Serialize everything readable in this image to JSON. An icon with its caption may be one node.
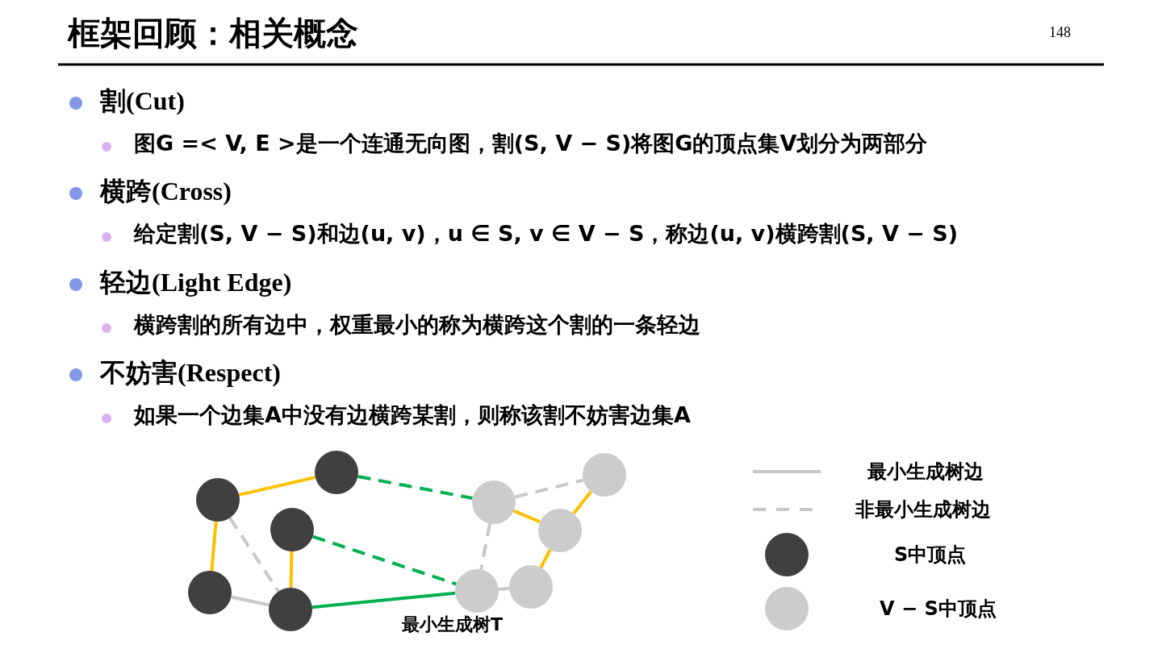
{
  "diagram": {
    "title": "框架回顾：相关概念",
    "nodes": [
      {
        "text": [],
        "shape": "circle"
      },
      {
        "text": [],
        "shape": "circle"
      },
      {
        "text": [],
        "shape": "circle"
      },
      {
        "text": [],
        "shape": "circle"
      },
      {
        "text": [],
        "shape": "circle"
      },
      {
        "text": [],
        "shape": "circle"
      },
      {
        "text": [],
        "shape": "circle"
      },
      {
        "text": [],
        "shape": "circle"
      },
      {
        "text": [],
        "shape": "circle"
      },
      {
        "text": [],
        "shape": "circle"
      }
    ],
    "edges": [
      {
        "from": 1,
        "to": 4,
        "arrow": "none"
      },
      {
        "from": 1,
        "to": 0,
        "arrow": "none"
      },
      {
        "from": 1,
        "to": 2,
        "arrow": "none",
        "style": "dashed",
        "color": "#c8c8c8"
      },
      {
        "from": 0,
        "to": 2,
        "arrow": "none",
        "color": "#c8c8c8"
      },
      {
        "from": 3,
        "to": 2,
        "arrow": "none"
      },
      {
        "from": 4,
        "to": 6,
        "arrow": "none",
        "style": "dashed",
        "color": "#00b050"
      },
      {
        "from": 3,
        "to": 5,
        "arrow": "none",
        "style": "dashed",
        "color": "#00b050"
      },
      {
        "from": 2,
        "to": 5,
        "arrow": "none",
        "color": "#00b050"
      },
      {
        "from": 5,
        "to": 7,
        "arrow": "none",
        "color": "#c8c8c8"
      },
      {
        "from": 6,
        "to": 5,
        "arrow": "none",
        "style": "dashed",
        "color": "#c8c8c8"
      },
      {
        "from": 6,
        "to": 9,
        "arrow": "none",
        "style": "dashed",
        "color": "#c8c8c8"
      },
      {
        "from": 6,
        "to": 8,
        "arrow": "none"
      },
      {
        "from": 8,
        "to": 9,
        "arrow": "none"
      },
      {
        "from": 8,
        "to": 7,
        "arrow": "none"
      }
    ],
    "labels": [
      "148",
      "割(Cut)",
      "图G =< V, E >是一个连通无向图，割(S, V − S)将图G的顶点集V划分为两部分",
      "横跨(Cross)",
      "给定割(S, V − S)和边(u, v)，u ∈ S, v ∈ V − S，称边(u, v)横跨割(S, V − S)",
      "轻边(Light Edge)",
      "横跨割的所有边中，权重最小的称为横跨这个割的一条轻边",
      "不妨害(Respect)",
      "如果一个边集A中没有边横跨某割，则称该割不妨害边集A",
      "最小生成树T"
    ],
    "legend": [
      {
        "text": "最小生成树边"
      },
      {
        "text": "非最小生成树边"
      },
      {
        "text": "S中顶点",
        "color": "#404040"
      },
      {
        "text": "V − S中顶点",
        "color": "#cccccc"
      }
    ]
  }
}
